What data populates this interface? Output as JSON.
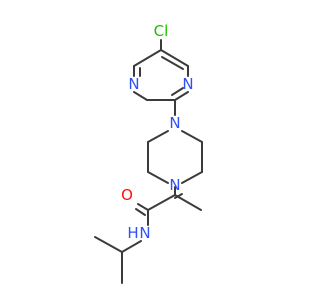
{
  "colors": {
    "bond": "#3b3b3b",
    "carbon": "#3b3b3b",
    "nitrogen": "#3050f8",
    "oxygen": "#ff0d0d",
    "chlorine": "#1fbf00"
  },
  "atoms": {
    "cl": "Cl",
    "n_pyr_left": "N",
    "n_pyr_right": "N",
    "n_pip_top": "N",
    "n_pip_bottom": "N",
    "o": "O",
    "nh": "N",
    "h": "H"
  }
}
